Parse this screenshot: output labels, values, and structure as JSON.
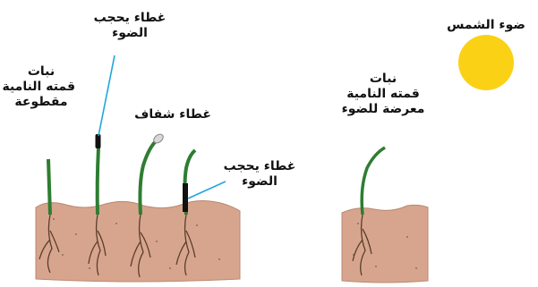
{
  "sun": {
    "label": "ضوء الشمس",
    "color": "#fbd116"
  },
  "labels": {
    "cut_tip_plant": [
      "نبات",
      "قمته النامية",
      "مقطوعة"
    ],
    "opaque_cover_tip": [
      "غطاء يحجب",
      "الضوء"
    ],
    "transparent_cover": [
      "غطاء شفاف"
    ],
    "opaque_cover_base": [
      "غطاء يحجب",
      "الضوء"
    ],
    "light_exposed_plant": [
      "نبات",
      "قمته النامية",
      "معرضة للضوء"
    ]
  },
  "colors": {
    "soil": "#d7a58e",
    "stem": "#2e7d32",
    "root": "#5a3e2b",
    "leader_line": "#1fa7dc",
    "opaque_cover": "#111111",
    "transparent_cover": "#d8d8d8"
  }
}
